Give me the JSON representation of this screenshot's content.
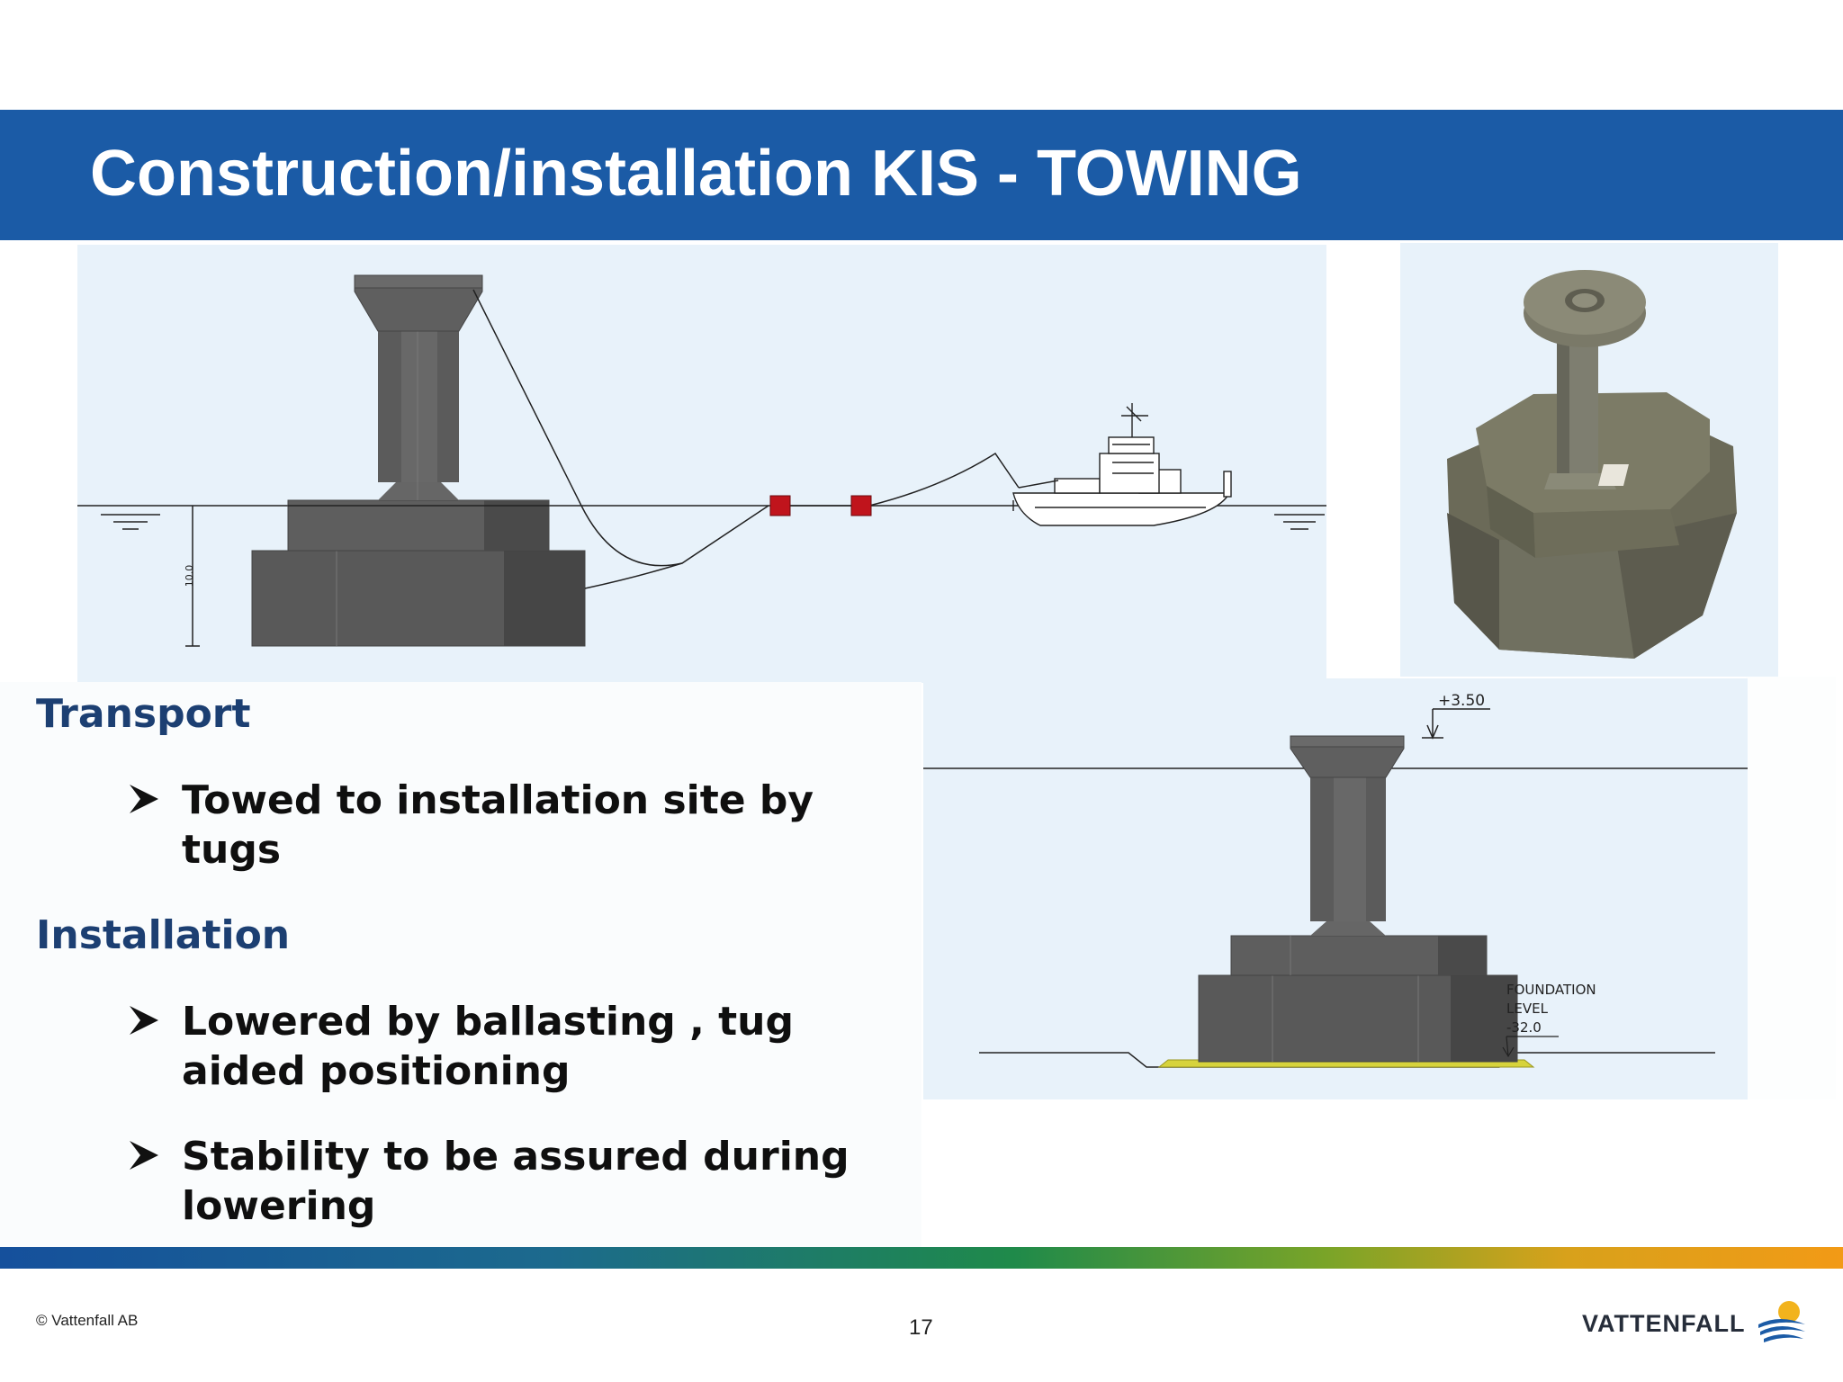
{
  "slide": {
    "title": "Construction/installation KIS - TOWING",
    "page_number": "17",
    "copyright": "© Vattenfall AB",
    "brand": "VATTENFALL"
  },
  "content": {
    "sections": [
      {
        "heading": "Transport",
        "bullets": [
          "Towed to installation site by tugs"
        ]
      },
      {
        "heading": "Installation",
        "bullets": [
          "Lowered by ballasting , tug aided positioning",
          "Stability to be assured during lowering"
        ]
      }
    ]
  },
  "figures": {
    "towing_diagram": {
      "depth_label": "10.0"
    },
    "elevation_diagram": {
      "level_label": "+3.50",
      "foundation_label_1": "FOUNDATION",
      "foundation_label_2": "LEVEL",
      "foundation_value": "-32.0"
    }
  },
  "colors": {
    "title_band": "#1b5ba6",
    "heading_text": "#1c3f72",
    "diagram_background": "#e8f2fa",
    "structure": "#5b5b5b",
    "buoy": "#c0141c",
    "foundation_bed": "#d7d33c"
  },
  "icons": {
    "bullet": "arrowhead-bullet",
    "logo": "vattenfall-sun-waves-logo"
  }
}
